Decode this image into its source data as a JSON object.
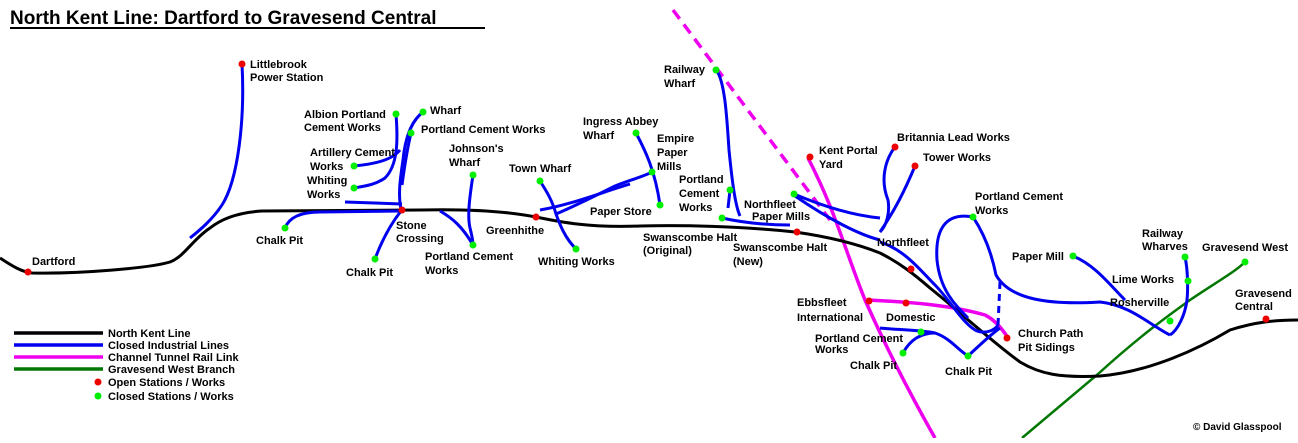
{
  "title": "North Kent Line: Dartford to Gravesend Central",
  "copyright": "© David Glasspool",
  "colors": {
    "north_kent": "#000000",
    "industrial": "#0000ee",
    "ctrl": "#ee00ee",
    "gravesend_west": "#007700",
    "open": "#ee0000",
    "closed": "#00ee00"
  },
  "legend": [
    {
      "label": "North Kent Line",
      "kind": "line",
      "color": "#000000"
    },
    {
      "label": "Closed Industrial Lines",
      "kind": "line",
      "color": "#0000ee"
    },
    {
      "label": "Channel Tunnel Rail Link",
      "kind": "line",
      "color": "#ee00ee"
    },
    {
      "label": "Gravesend West Branch",
      "kind": "line",
      "color": "#007700"
    },
    {
      "label": "Open Stations / Works",
      "kind": "dot",
      "color": "#ee0000"
    },
    {
      "label": "Closed Stations / Works",
      "kind": "dot",
      "color": "#00ee00"
    }
  ],
  "places": {
    "dartford": "Dartford",
    "littlebrook_1": "Littlebrook",
    "littlebrook_2": "Power Station",
    "albion_1": "Albion Portland",
    "albion_2": "Cement Works",
    "wharf": "Wharf",
    "portland_cw_top": "Portland Cement Works",
    "artillery_1": "Artillery Cement",
    "artillery_2": "Works",
    "whiting_1": "Whiting",
    "whiting_2": "Works",
    "chalk_pit_west": "Chalk Pit",
    "stone_1": "Stone",
    "stone_2": "Crossing",
    "chalk_pit_stone": "Chalk Pit",
    "johnsons_1": "Johnson's",
    "johnsons_2": "Wharf",
    "portland_cw_mid_1": "Portland Cement",
    "portland_cw_mid_2": "Works",
    "town_wharf": "Town Wharf",
    "greenhithe": "Greenhithe",
    "whiting_works": "Whiting Works",
    "ingress_1": "Ingress Abbey",
    "ingress_2": "Wharf",
    "empire_1": "Empire",
    "empire_2": "Paper",
    "empire_3": "Mills",
    "paper_store": "Paper Store",
    "railway_wharf_1": "Railway",
    "railway_wharf_2": "Wharf",
    "portland_swan_1": "Portland",
    "portland_swan_2": "Cement",
    "portland_swan_3": "Works",
    "swans_orig_1": "Swanscombe Halt",
    "swans_orig_2": "(Original)",
    "northfleet_pm_1": "Northfleet",
    "northfleet_pm_2": "Paper Mills",
    "swans_new_1": "Swanscombe Halt",
    "swans_new_2": "(New)",
    "kent_portal_1": "Kent Portal",
    "kent_portal_2": "Yard",
    "britannia": "Britannia Lead Works",
    "tower_works": "Tower Works",
    "portland_nf_1": "Portland Cement",
    "portland_nf_2": "Works",
    "northfleet": "Northfleet",
    "paper_mill": "Paper Mill",
    "ebbsfleet_1": "Ebbsfleet",
    "ebbsfleet_2": "International",
    "domestic": "Domestic",
    "portland_low_1": "Portland Cement",
    "portland_low_2": "Works",
    "chalk_pit_low": "Chalk Pit",
    "chalk_pit_low2": "Chalk Pit",
    "church_path_1": "Church Path",
    "church_path_2": "Pit Sidings",
    "railway_wharves_1": "Railway",
    "railway_wharves_2": "Wharves",
    "gravesend_west": "Gravesend West",
    "lime_works": "Lime Works",
    "rosherville": "Rosherville",
    "gravesend_central_1": "Gravesend",
    "gravesend_central_2": "Central"
  }
}
